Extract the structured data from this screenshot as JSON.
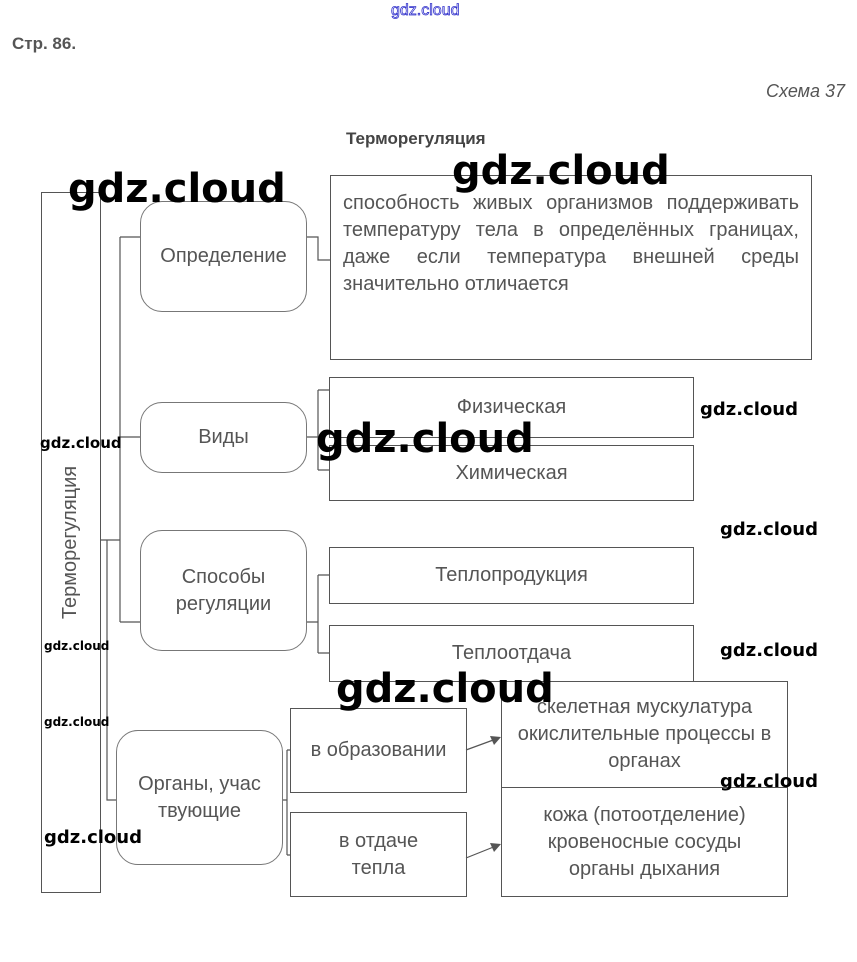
{
  "header": {
    "page_ref": "Стр. 86.",
    "scheme": "Схема 37",
    "title": "Терморегуляция"
  },
  "diagram": {
    "root": "Терморегуляция",
    "definition": {
      "label": "Определение",
      "text": "способность живых организмов поддерживать температуру тела в определённых границах, даже если температура внешней среды значительно отличается"
    },
    "types": {
      "label": "Виды",
      "items": [
        "Физическая",
        "Химическая"
      ]
    },
    "methods": {
      "label": "Способы регуляции",
      "items": [
        "Теплопродукция",
        "Теплоотдача"
      ]
    },
    "organs": {
      "label": "Органы, участвующие",
      "branches": [
        {
          "label": "в образовании",
          "result": "скелетная мускулатура окислительные процессы в органах"
        },
        {
          "label": "в отдаче тепла",
          "result": "кожа (потоотделение) кровеносные сосуды органы дыхания"
        }
      ]
    }
  },
  "watermarks": [
    "gdz.cloud",
    "gdz.cloud",
    "gdz.cloud",
    "gdz.cloud",
    "gdz.cloud",
    "gdz.cloud",
    "gdz.cloud",
    "gdz.cloud",
    "gdz.cloud",
    "gdz.cloud",
    "gdz.cloud",
    "gdz.cloud",
    "gdz.cloud"
  ],
  "colors": {
    "line": "#555555",
    "top_watermark": "#3333cc"
  }
}
